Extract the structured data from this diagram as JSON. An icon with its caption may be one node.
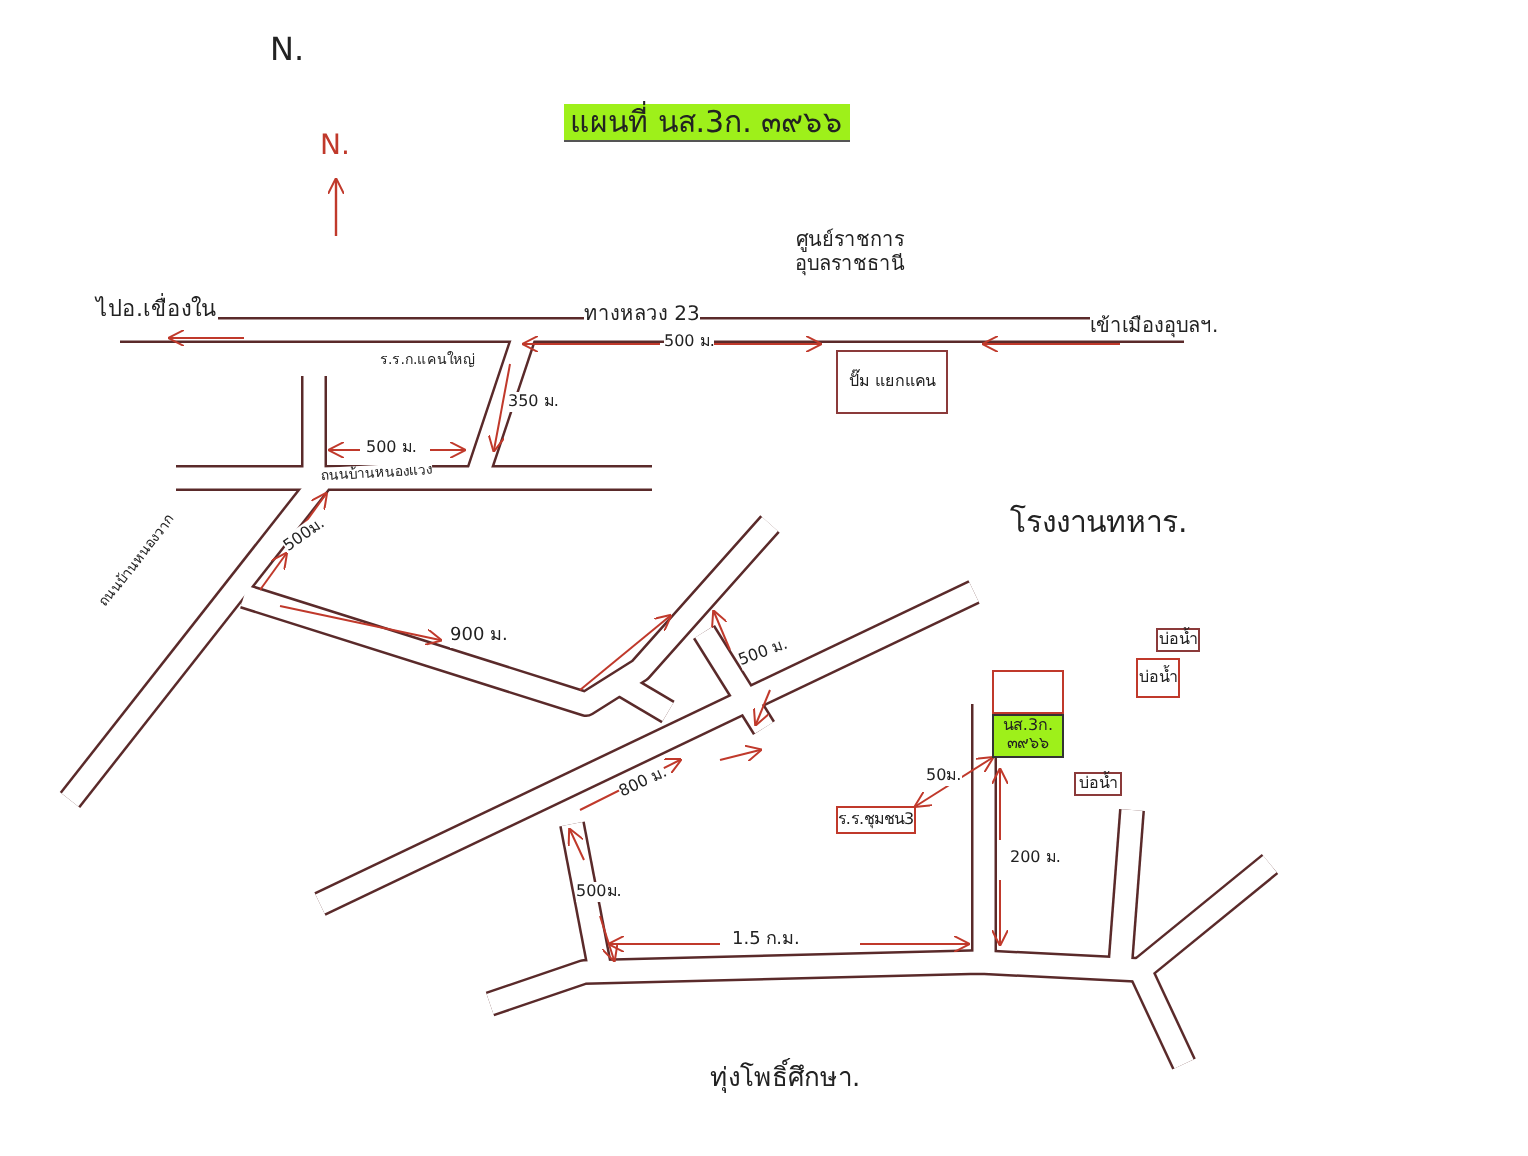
{
  "diagram": {
    "title": "แผนที่ นส.3ก. ๓๙๖๖",
    "nodes": [
      {
        "text": [
          "ปั๊ม แยกแคน"
        ]
      },
      {
        "text": [],
        "shape": "box"
      },
      {
        "text": [
          "นส.3ก. ๓๙๖๖"
        ]
      },
      {
        "text": [
          "บ่อน้ำ"
        ]
      },
      {
        "text": [
          "บ่อน้ำ"
        ]
      },
      {
        "text": [
          "บ่อน้ำ"
        ]
      },
      {
        "text": [
          "ร.ร.ชุมชน3"
        ]
      }
    ],
    "edges": [
      {
        "from": 6,
        "to": 2,
        "arrow": "both",
        "label": "50ม.",
        "color": "#c0392b"
      }
    ],
    "labels": [
      "N.",
      "N.",
      "ศูนย์ราชการ อุบลราชธานี",
      "ไปอ.เขื่องใน",
      "ทางหลวง 23",
      "เข้าเมืองอุบลฯ.",
      "ร.ร.ก.แคนใหญ่",
      "500 ม.",
      "350 ม.",
      "500 ม.",
      "ถนนบ้านหนองแวง",
      "ถนนบ้านหนองวาก",
      "500ม.",
      "โรงงานทหาร.",
      "900 ม.",
      "500 ม.",
      "800 ม.",
      "200 ม.",
      "500ม.",
      "1.5 ก.ม.",
      "ทุ่งโพธิ์ศึกษา."
    ]
  }
}
